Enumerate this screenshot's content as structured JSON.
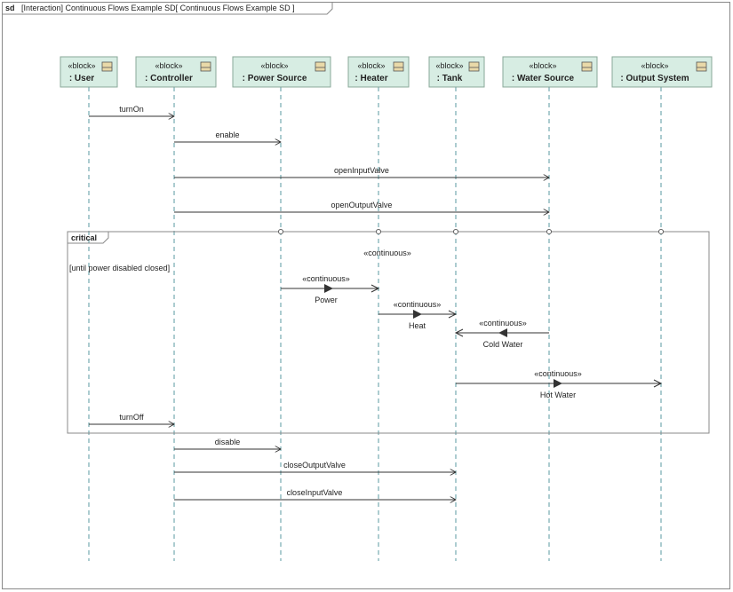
{
  "frame": {
    "kind": "sd",
    "title": "[Interaction] Continuous Flows Example SD[ Continuous Flows Example SD ]"
  },
  "lifelines": [
    {
      "id": "user",
      "stereotype": "«block»",
      "name": ": User"
    },
    {
      "id": "controller",
      "stereotype": "«block»",
      "name": ": Controller"
    },
    {
      "id": "power",
      "stereotype": "«block»",
      "name": ": Power Source"
    },
    {
      "id": "heater",
      "stereotype": "«block»",
      "name": ": Heater"
    },
    {
      "id": "tank",
      "stereotype": "«block»",
      "name": ": Tank"
    },
    {
      "id": "water",
      "stereotype": "«block»",
      "name": ": Water Source"
    },
    {
      "id": "output",
      "stereotype": "«block»",
      "name": ": Output System"
    }
  ],
  "messages": [
    {
      "id": "turnOn",
      "label": "turnOn",
      "from": "user",
      "to": "controller"
    },
    {
      "id": "enable",
      "label": "enable",
      "from": "controller",
      "to": "power"
    },
    {
      "id": "openInputValve",
      "label": "openInputValve",
      "from": "controller",
      "to": "water"
    },
    {
      "id": "openOutputValve",
      "label": "openOutputValve",
      "from": "controller",
      "to": "water"
    },
    {
      "id": "turnOff",
      "label": "turnOff",
      "from": "user",
      "to": "controller"
    },
    {
      "id": "disable",
      "label": "disable",
      "from": "controller",
      "to": "power"
    },
    {
      "id": "closeOutputValve",
      "label": "closeOutputValve",
      "from": "controller",
      "to": "tank"
    },
    {
      "id": "closeInputValve",
      "label": "closeInputValve",
      "from": "controller",
      "to": "tank"
    }
  ],
  "fragment": {
    "operator": "critical",
    "guard": "[until power disabled closed]",
    "stereotype": "«continuous»"
  },
  "flows": [
    {
      "id": "power",
      "stereotype": "«continuous»",
      "item": "Power",
      "from": "power",
      "to": "heater"
    },
    {
      "id": "heat",
      "stereotype": "«continuous»",
      "item": "Heat",
      "from": "heater",
      "to": "tank"
    },
    {
      "id": "coldwater",
      "stereotype": "«continuous»",
      "item": "Cold Water",
      "from": "water",
      "to": "tank"
    },
    {
      "id": "hotwater",
      "stereotype": "«continuous»",
      "item": "Hot Water",
      "from": "tank",
      "to": "output"
    }
  ],
  "colors": {
    "head_fill": "#d7ede3",
    "head_stroke": "#8aa898",
    "lifeline": "#5a9aa0",
    "line": "#333333",
    "frame": "#888888"
  }
}
